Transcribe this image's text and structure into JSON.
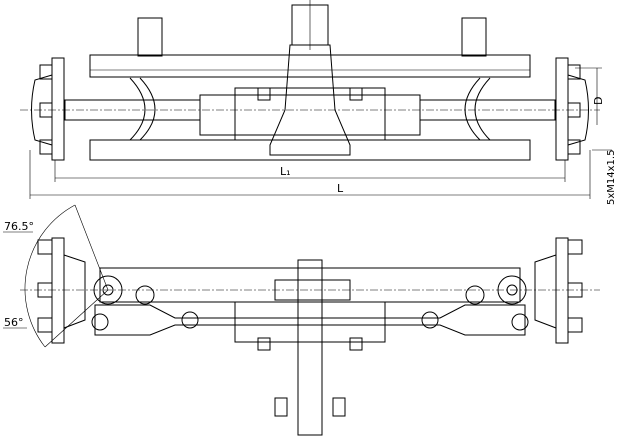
{
  "drawing": {
    "top_view": {
      "dim_l1": "L₁",
      "dim_l": "L",
      "dim_d": "D",
      "thread_spec": "5xM14x1.5"
    },
    "bottom_view": {
      "angle_upper": "76.5°",
      "angle_lower": "56°"
    }
  }
}
